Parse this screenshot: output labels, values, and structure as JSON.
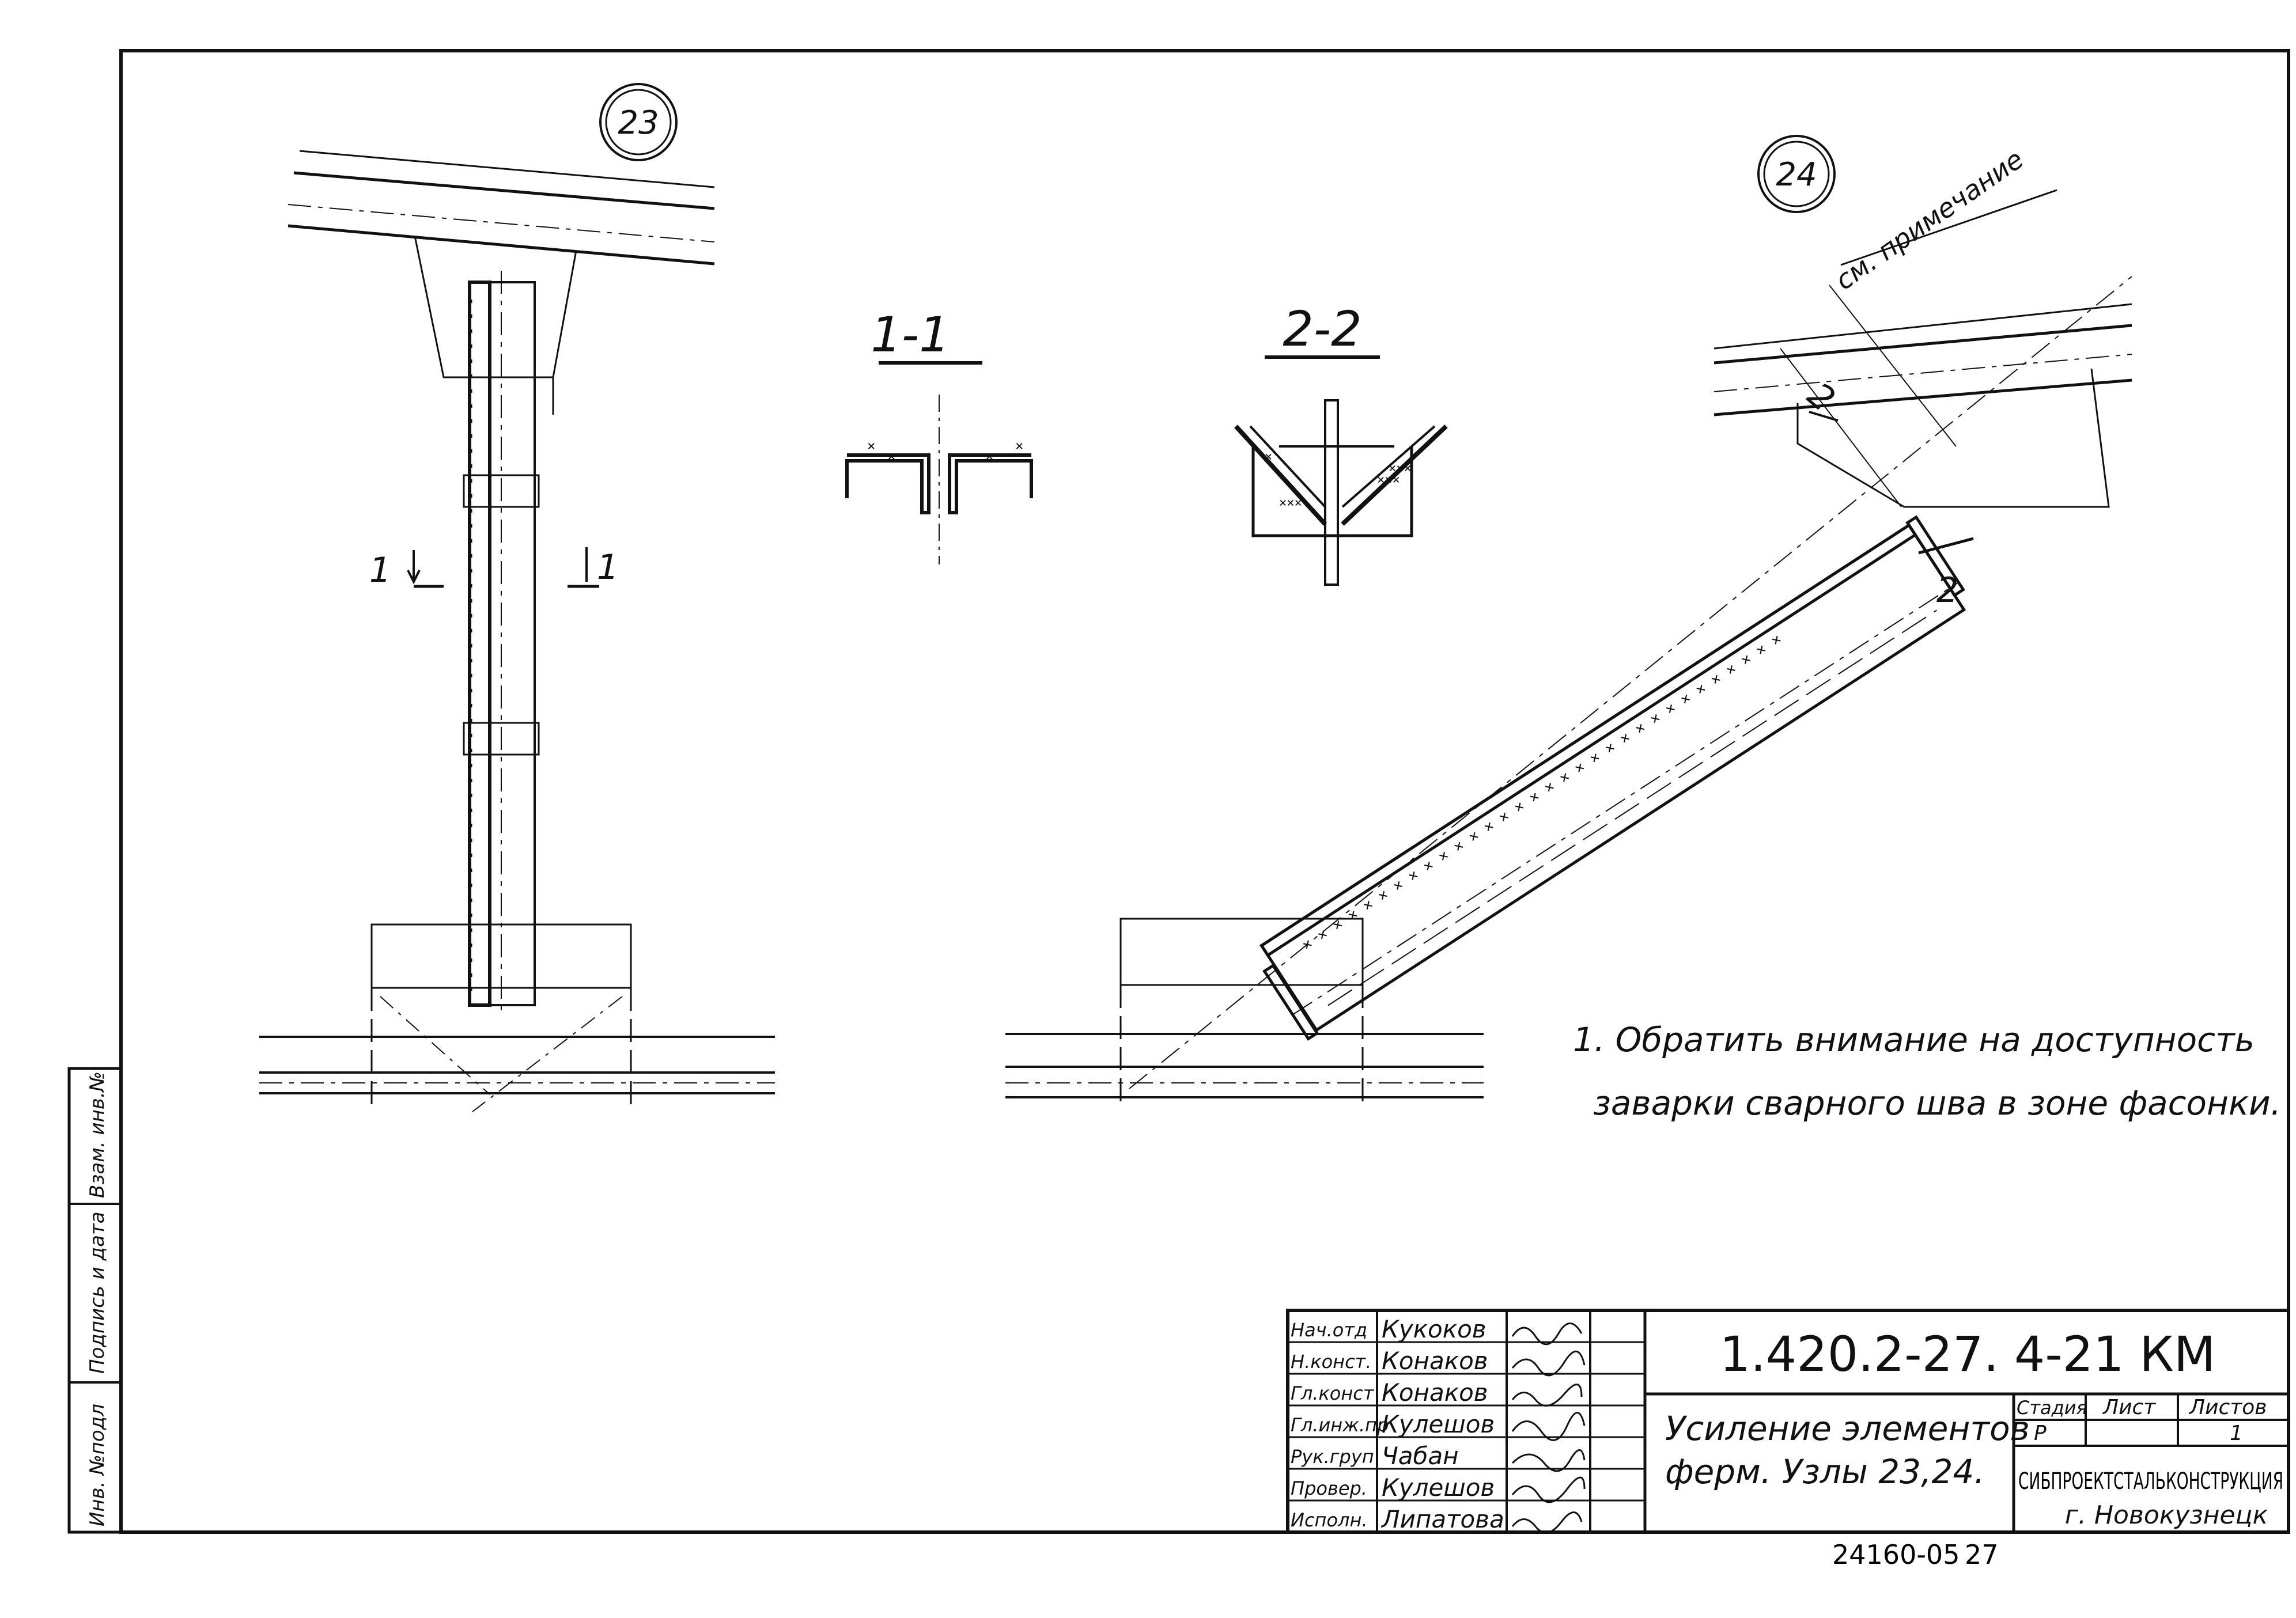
{
  "nodes": {
    "node23": "23",
    "node24": "24"
  },
  "sections": {
    "s11_title": "1-1",
    "s22_title": "2-2",
    "cut1_left": "1",
    "cut1_right": "1",
    "cut2_top": "2",
    "cut2_bottom": "2"
  },
  "callout": "см. примечание",
  "note": {
    "line1": "1. Обратить внимание на доступность",
    "line2": "заварки сварного шва в зоне фасонки."
  },
  "left_strip": {
    "cell1": "Инв. №подл",
    "cell2": "Подпись и дата",
    "cell3": "Взам. инв.№"
  },
  "title_block": {
    "doc_code": "1.420.2-27. 4-21 КМ",
    "title_line1": "Усиление элементов",
    "title_line2": "ферм. Узлы 23,24.",
    "roles": [
      "Нач.отд",
      "Н.конст.",
      "Гл.конст",
      "Гл.инж.пр",
      "Рук.груп",
      "Провер.",
      "Исполн."
    ],
    "names": [
      "Кукоков",
      "Конаков",
      "Конаков",
      "Кулешов",
      "Чабан",
      "Кулешов",
      "Липатова"
    ],
    "stage_label": "Стадия",
    "sheet_label": "Лист",
    "sheets_label": "Листов",
    "stage_value": "Р",
    "sheet_value": "",
    "sheets_value": "1",
    "org_line1": "СИБПРОЕКТСТАЛЬКОНСТРУКЦИЯ",
    "org_line2": "г. Новокузнецк"
  },
  "bottom_code": "24160-05",
  "bottom_page": "27"
}
